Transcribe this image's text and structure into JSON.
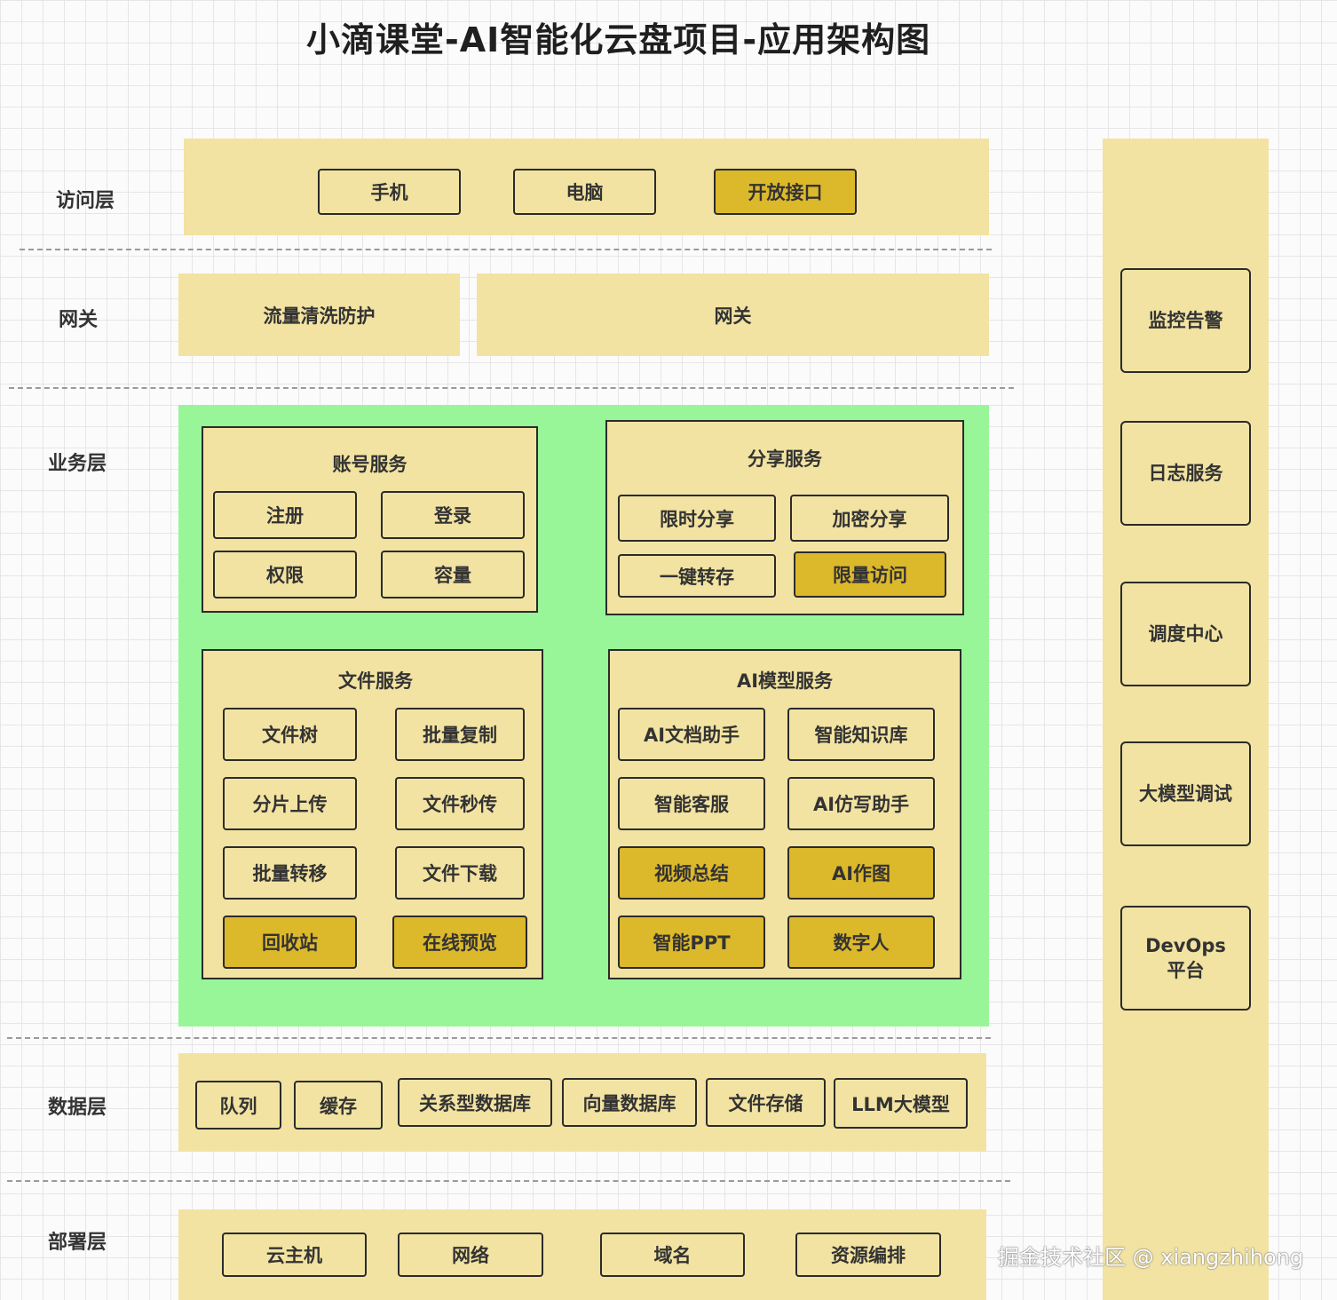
{
  "title": "小滴课堂-AI智能化云盘项目-应用架构图",
  "colors": {
    "band": "#f2e3a2",
    "highlight": "#dcb82b",
    "business_bg": "#98f598",
    "border": "#2b2b2b"
  },
  "layers": {
    "access": "访问层",
    "gateway": "网关",
    "business": "业务层",
    "data": "数据层",
    "deploy": "部署层"
  },
  "access": {
    "items": [
      "手机",
      "电脑",
      "开放接口"
    ]
  },
  "gateway": {
    "traffic": "流量清洗防护",
    "gateway": "网关"
  },
  "account": {
    "title": "账号服务",
    "items": [
      "注册",
      "登录",
      "权限",
      "容量"
    ]
  },
  "share": {
    "title": "分享服务",
    "items": [
      "限时分享",
      "加密分享",
      "一键转存",
      "限量访问"
    ]
  },
  "file": {
    "title": "文件服务",
    "items": [
      "文件树",
      "批量复制",
      "分片上传",
      "文件秒传",
      "批量转移",
      "文件下载",
      "回收站",
      "在线预览"
    ]
  },
  "ai": {
    "title": "AI模型服务",
    "items": [
      "AI文档助手",
      "智能知识库",
      "智能客服",
      "AI仿写助手",
      "视频总结",
      "AI作图",
      "智能PPT",
      "数字人"
    ]
  },
  "data": {
    "items": [
      "队列",
      "缓存",
      "关系型数据库",
      "向量数据库",
      "文件存储",
      "LLM大模型"
    ]
  },
  "deploy": {
    "items": [
      "云主机",
      "网络",
      "域名",
      "资源编排"
    ]
  },
  "right": {
    "items": [
      "监控告警",
      "日志服务",
      "调度中心",
      "大模型调试",
      "DevOps",
      "平台"
    ]
  },
  "watermark": "掘金技术社区 @ xiangzhihong"
}
